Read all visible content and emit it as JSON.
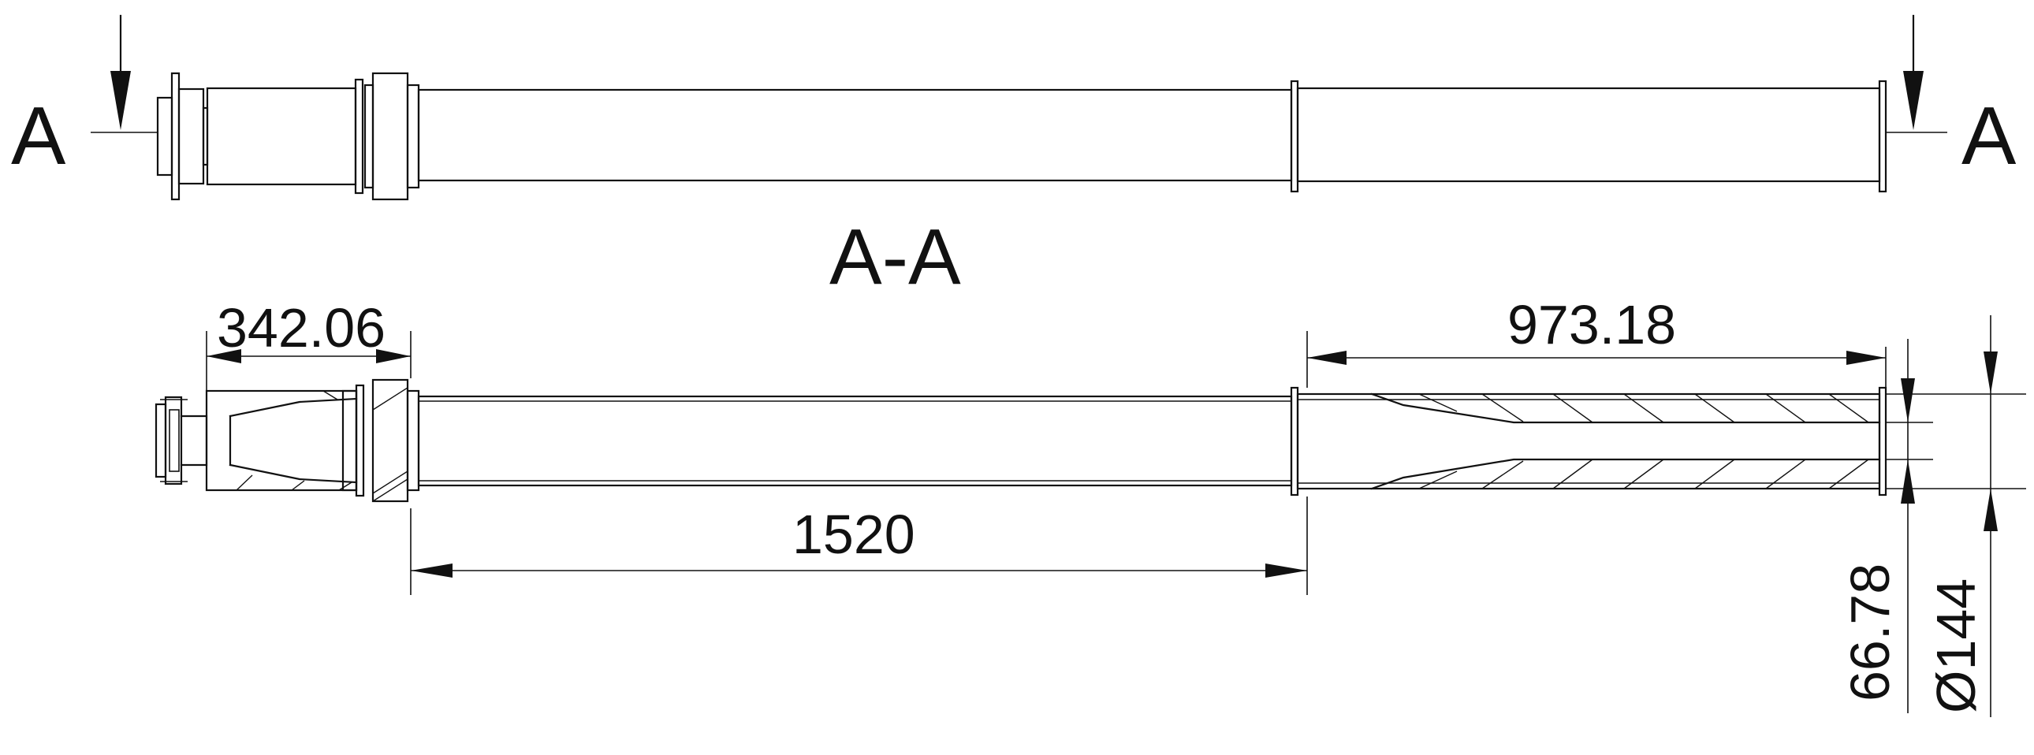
{
  "section_marker_left": "A",
  "section_marker_right": "A",
  "section_title": "A-A",
  "dimensions": {
    "d_342": "342.06",
    "d_973": "973.18",
    "d_1520": "1520",
    "d_6678": "66.78",
    "d_144": "Ø144"
  },
  "colors": {
    "line": "#111111",
    "background": "#ffffff"
  }
}
